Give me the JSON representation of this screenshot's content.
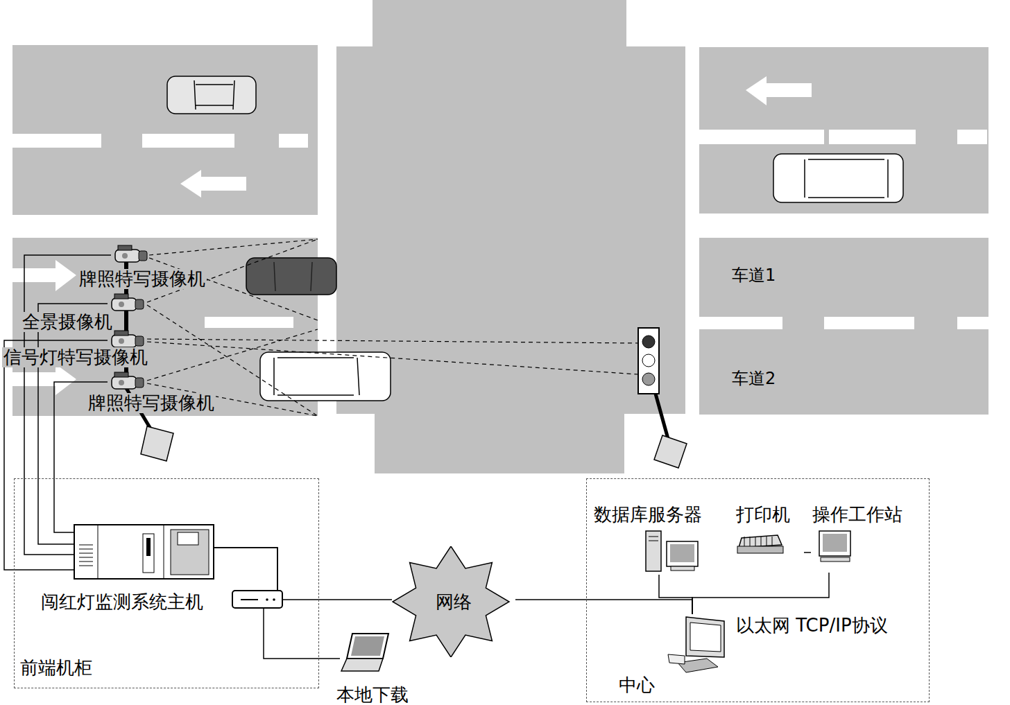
{
  "diagram": {
    "nodes": [
      {
        "text": [
          "牌照特写摄像机"
        ]
      },
      {
        "text": [
          "全景摄像机"
        ]
      },
      {
        "text": [
          "信号灯特写摄像机"
        ]
      },
      {
        "text": [
          "牌照特写摄像机"
        ]
      },
      {
        "text": [
          "前端机柜"
        ]
      },
      {
        "text": [
          "闯红灯监测系统主机"
        ],
        "in": 4
      },
      {
        "text": [
          "网络"
        ]
      },
      {
        "text": [
          "本地下载"
        ]
      },
      {
        "text": [
          "中心"
        ]
      },
      {
        "text": [
          "数据库服务器"
        ],
        "in": 8
      },
      {
        "text": [
          "打印机"
        ],
        "in": 8
      },
      {
        "text": [
          "操作工作站"
        ],
        "in": 8
      },
      {
        "text": [
          "以太网 TCP/IP协议"
        ],
        "in": 8
      }
    ],
    "edges": [
      {
        "from": 0,
        "to": 5,
        "arrow": "none"
      },
      {
        "from": 1,
        "to": 5,
        "arrow": "none"
      },
      {
        "from": 2,
        "to": 5,
        "arrow": "none"
      },
      {
        "from": 3,
        "to": 5,
        "arrow": "none"
      },
      {
        "from": 5,
        "to": 6,
        "arrow": "none"
      },
      {
        "from": 5,
        "to": 7,
        "arrow": "none"
      },
      {
        "from": 6,
        "to": 12,
        "arrow": "none"
      },
      {
        "from": 9,
        "to": 12,
        "arrow": "none"
      },
      {
        "from": 11,
        "to": 12,
        "arrow": "none"
      },
      {
        "from": 10,
        "to": 11,
        "arrow": "none"
      }
    ],
    "labels": [
      "车道1",
      "车道2"
    ]
  }
}
